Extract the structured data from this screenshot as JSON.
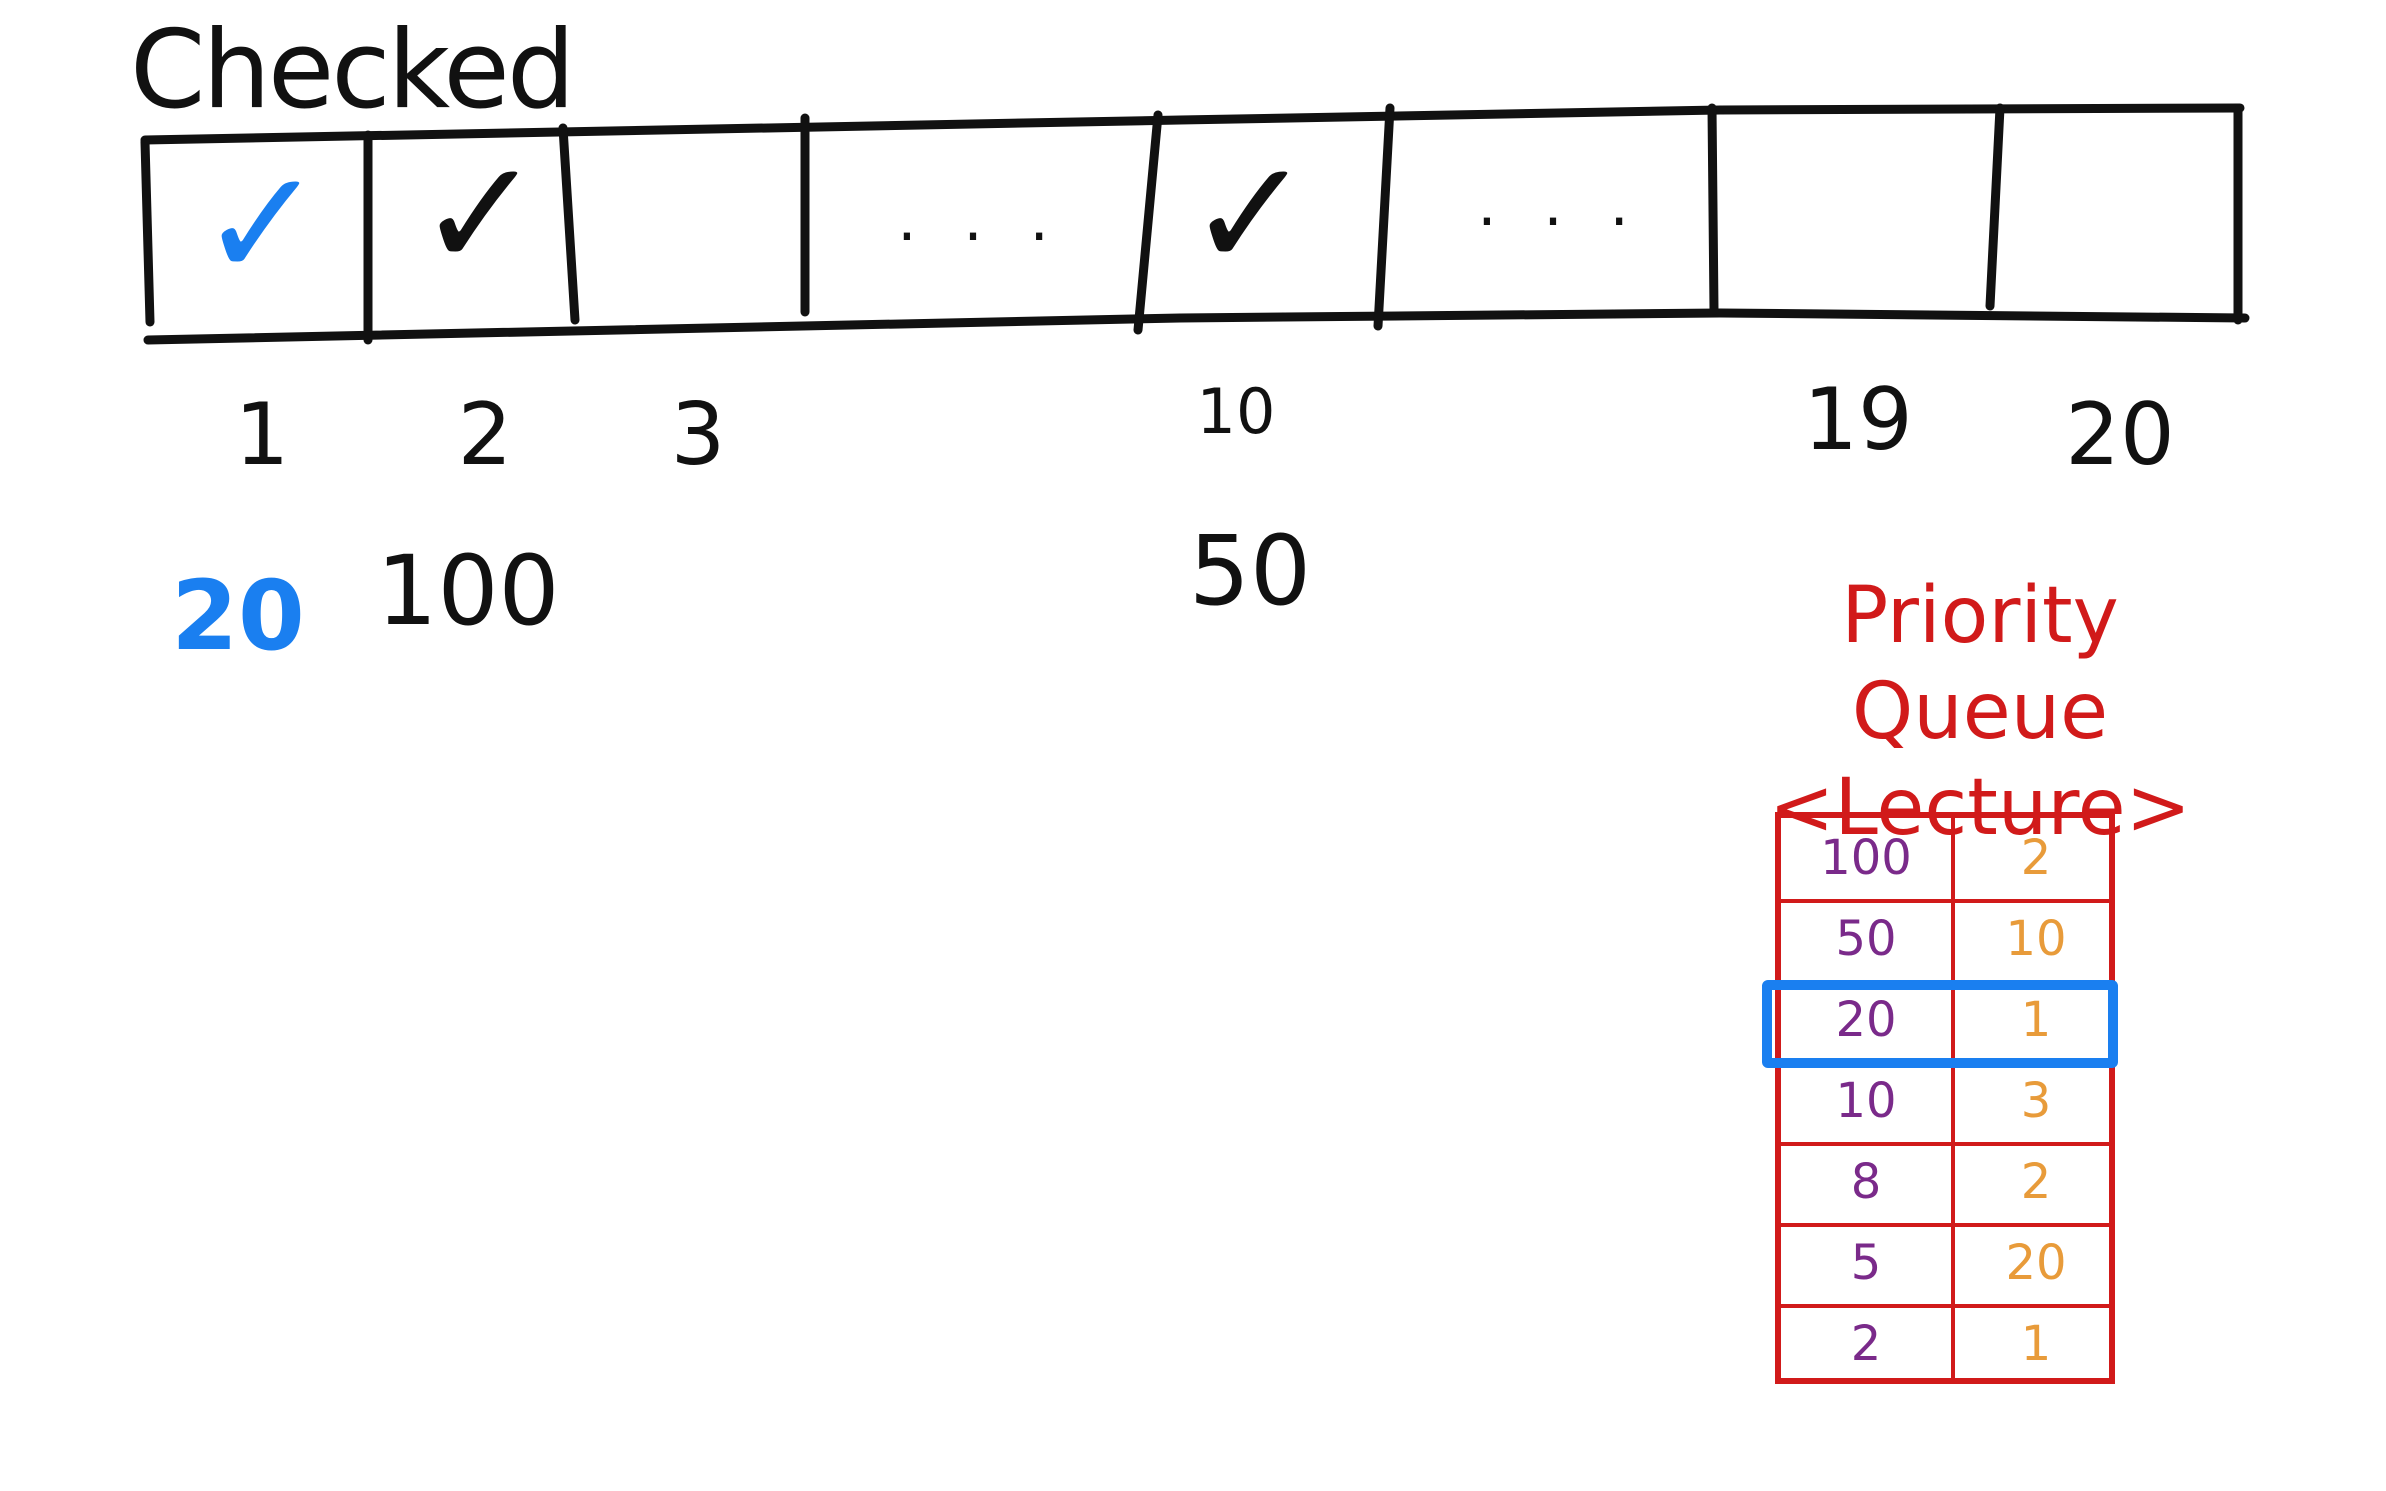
{
  "title": "Checked",
  "checked_array": {
    "indices": [
      {
        "label": "1"
      },
      {
        "label": "2"
      },
      {
        "label": "3"
      },
      {
        "label": "10"
      },
      {
        "label": "19"
      },
      {
        "label": "20"
      }
    ],
    "priorities": [
      {
        "label": "20",
        "index": "1",
        "color": "#1a7ff0"
      },
      {
        "label": "100",
        "index": "2",
        "color": "#111111"
      },
      {
        "label": "50",
        "index": "10",
        "color": "#111111"
      }
    ],
    "ellipsis": ". . ."
  },
  "priority_queue": {
    "title": "Priority Queue",
    "subtitle": "<Lecture>",
    "rows": [
      {
        "priority": "100",
        "lecture": "2"
      },
      {
        "priority": "50",
        "lecture": "10"
      },
      {
        "priority": "20",
        "lecture": "1",
        "highlighted": true
      },
      {
        "priority": "10",
        "lecture": "3"
      },
      {
        "priority": "8",
        "lecture": "2"
      },
      {
        "priority": "5",
        "lecture": "20"
      },
      {
        "priority": "2",
        "lecture": "1"
      }
    ]
  },
  "colors": {
    "ink": "#111111",
    "highlight": "#1a7ff0",
    "queue_border": "#d11a1a",
    "priority_text": "#7a2a8a",
    "lecture_text": "#e89b3a"
  }
}
